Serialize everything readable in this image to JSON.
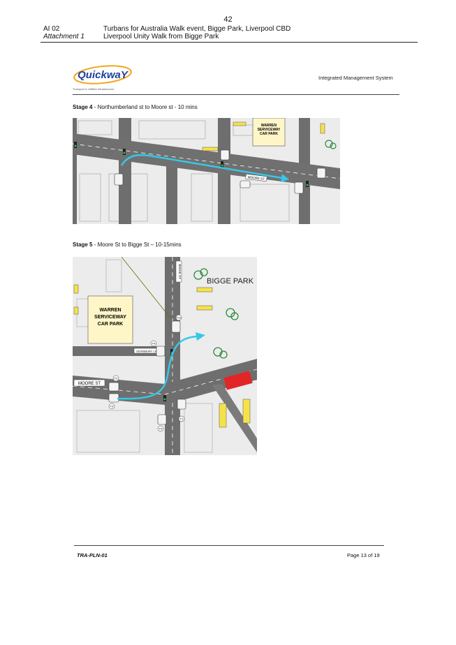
{
  "page_number": "42",
  "header": {
    "ref": "AI 02",
    "attachment": "Attachment 1",
    "title_line1": "Turbans for Australia Walk event, Bigge Park, Liverpool CBD",
    "title_line2": "Liverpool Unity Walk from Bigge Park"
  },
  "brand": {
    "logo_text": "QuickwaY",
    "tagline": "Transport & Utilities Infrastructure",
    "system": "Integrated Management System",
    "logo_color": "#1a3f9e",
    "accent_color": "#f2a51c"
  },
  "stage4": {
    "prefix": "Stage 4",
    "text": " - Northumberland st to Moore st - 10 mins",
    "car_park_label": [
      "WARREN",
      "SERVICEWAY",
      "CAR PARK"
    ],
    "street_label": "MOORE ST"
  },
  "stage5": {
    "prefix": "Stage 5",
    "text": " - Moore St to Bigge St – 10-15mins",
    "park_label": "BIGGE PARK",
    "car_park_label": [
      "WARREN",
      "SERVICEWAY",
      "CAR PARK"
    ],
    "street_moore": "MOORE ST",
    "street_dewsbury": "DEWSBURY LN",
    "street_bigge": "BIGGE ST",
    "signals": [
      "T1",
      "T2",
      "T3",
      "T4",
      "T5",
      "T11"
    ]
  },
  "route_color": "#35c8e8",
  "footer": {
    "doc_code": "TRA-PLN-01",
    "page": "Page 13 of 19"
  }
}
